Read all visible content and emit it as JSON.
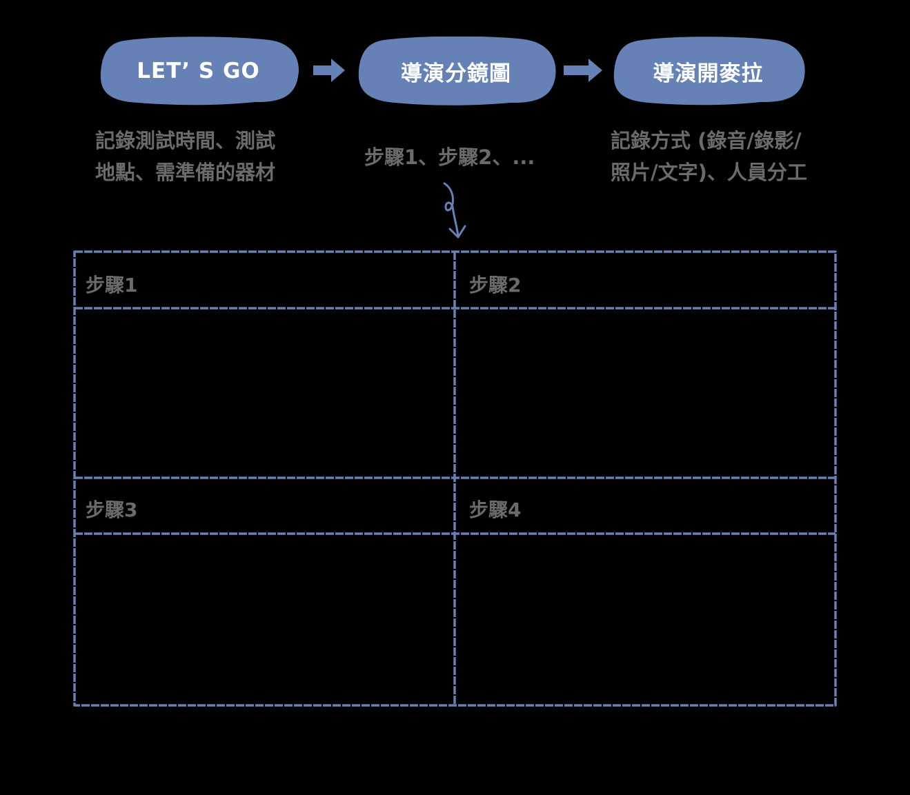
{
  "colors": {
    "background": "#000000",
    "accent_blue": "#6581b6",
    "text_gray": "#6b6b6b",
    "label_white": "#ffffff"
  },
  "flow": {
    "stages": [
      {
        "label": "LET’ S GO",
        "description": [
          "記錄測試時間、測試",
          "地點、需準備的器材"
        ]
      },
      {
        "label": "導演分鏡圖",
        "description": [
          "步驟1、步驟2、..."
        ]
      },
      {
        "label": "導演開麥拉",
        "description": [
          "記錄方式 (錄音/錄影/",
          "照片/文字)、人員分工"
        ]
      }
    ],
    "arrow_icon": "right-arrow-icon",
    "down_arrow_icon": "hand-drawn-down-arrow-icon"
  },
  "storyboard": {
    "cells": [
      {
        "title": "步驟1"
      },
      {
        "title": "步驟2"
      },
      {
        "title": "步驟3"
      },
      {
        "title": "步驟4"
      }
    ]
  }
}
